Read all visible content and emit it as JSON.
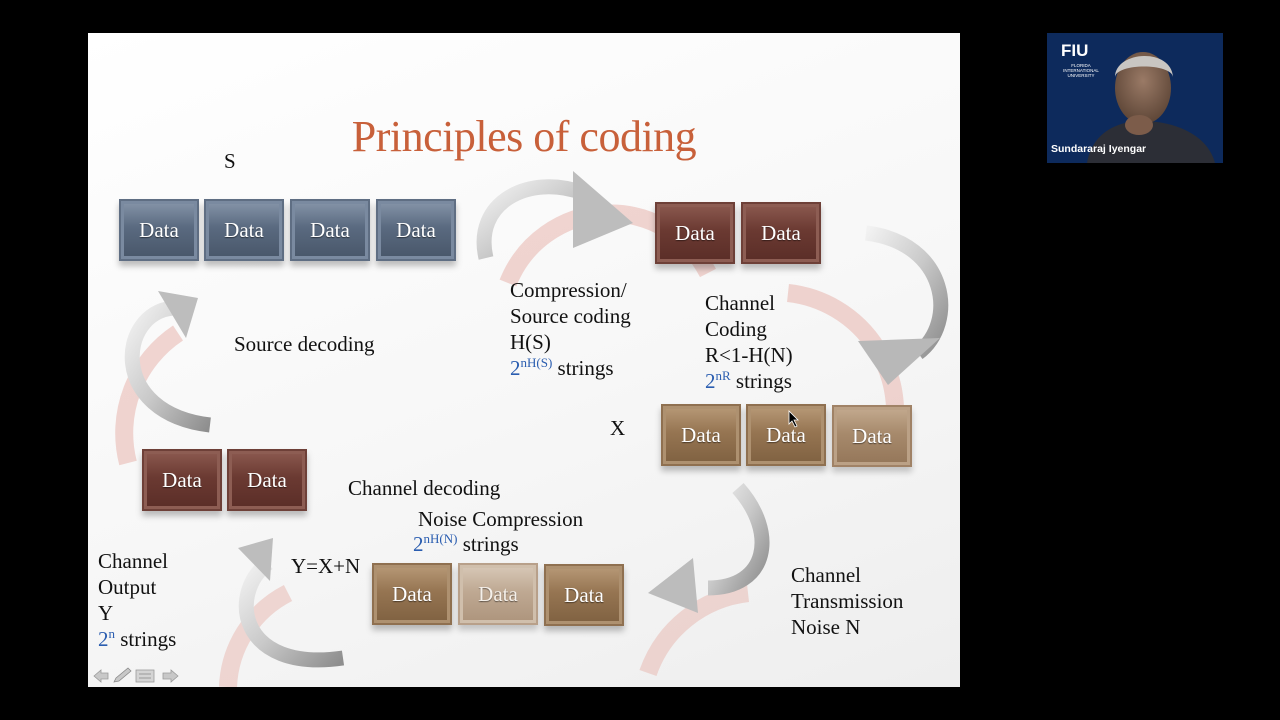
{
  "slide": {
    "title": "Principles of coding",
    "labels": {
      "s": "S",
      "x": "X",
      "source_decoding": "Source decoding",
      "compression_l1": "Compression/",
      "compression_l2": "Source coding",
      "compression_l3": "H(S)",
      "compression_pow_base": "2",
      "compression_pow_exp": "nH(S)",
      "compression_pow_tail": " strings",
      "channel_coding_l1": "Channel",
      "channel_coding_l2": "Coding",
      "channel_coding_l3": "R<1-H(N)",
      "channel_coding_pow_base": "2",
      "channel_coding_pow_exp": "nR",
      "channel_coding_pow_tail": " strings",
      "channel_decoding": "Channel decoding",
      "noise_compression": "Noise Compression",
      "noise_pow_base": "2",
      "noise_pow_exp": "nH(N)",
      "noise_pow_tail": " strings",
      "y_eq": "Y=X+N",
      "output_l1": "Channel",
      "output_l2": "Output",
      "output_l3": "Y",
      "output_pow_base": "2",
      "output_pow_exp": "n",
      "output_pow_tail": " strings",
      "transmission_l1": "Channel",
      "transmission_l2": "Transmission",
      "transmission_l3": "Noise N"
    },
    "box_label": "Data"
  },
  "video": {
    "logo": "FIU",
    "logo_sub": "FLORIDA INTERNATIONAL UNIVERSITY",
    "speaker": "Sundararaj Iyengar"
  },
  "colors": {
    "title": "#c8603a",
    "highlight_blue": "#2a5db0",
    "video_bg": "#0d2a5c"
  }
}
